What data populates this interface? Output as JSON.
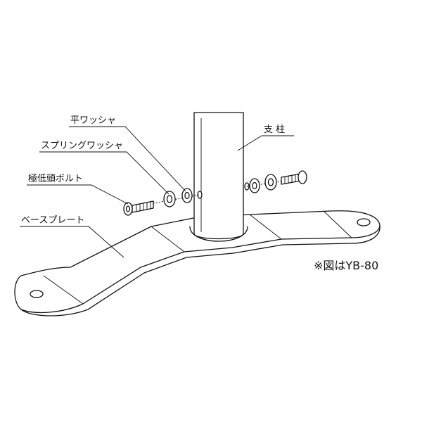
{
  "labels": {
    "flat_washer": "平ワッシャ",
    "spring_washer": "スプリングワッシャ",
    "bolt": "極低頭ボルト",
    "base_plate": "ベースプレート",
    "post": "支 柱"
  },
  "note": "※図はYB-80",
  "colors": {
    "ink": "#111111",
    "background": "#ffffff"
  }
}
